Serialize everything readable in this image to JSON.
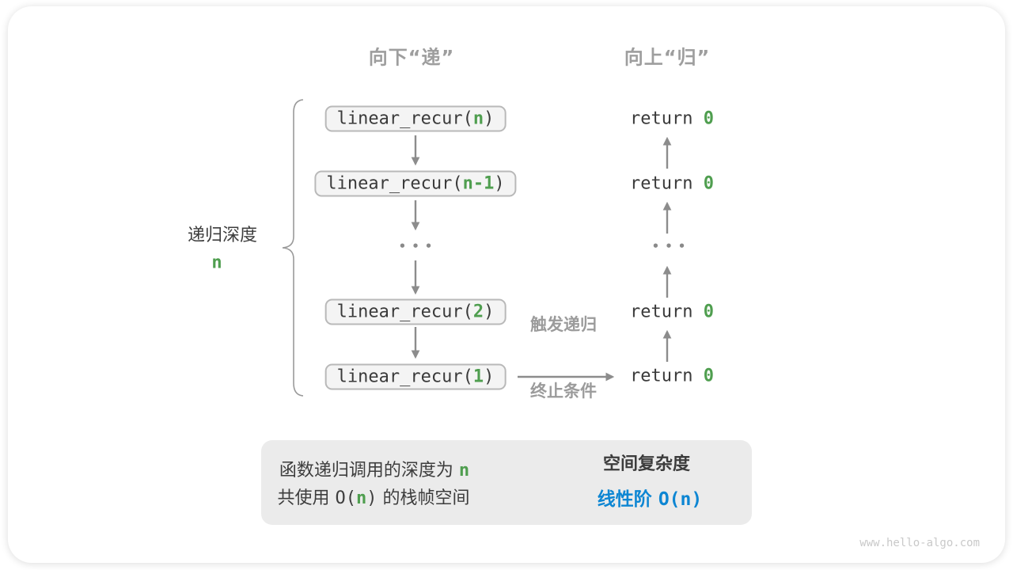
{
  "headers": {
    "down": "向下“递”",
    "up": "向上“归”"
  },
  "depth_label": {
    "title": "递归深度",
    "value": "n"
  },
  "call_stack": {
    "boxes": [
      {
        "pre": "linear_recur(",
        "arg": "n",
        "post": ")"
      },
      {
        "pre": "linear_recur(",
        "arg": "n-1",
        "post": ")"
      },
      {
        "pre": "linear_recur(",
        "arg": "2",
        "post": ")"
      },
      {
        "pre": "linear_recur(",
        "arg": "1",
        "post": ")"
      }
    ],
    "ellipsis": "•••"
  },
  "returns": {
    "pre": "return ",
    "value": "0",
    "ellipsis": "•••"
  },
  "trigger_label": {
    "line1": "触发递归",
    "line2": "终止条件"
  },
  "summary": {
    "line1": {
      "pre": "函数递归调用的深度为 ",
      "value": "n"
    },
    "line2": {
      "pre": "共使用 ",
      "code_open": "O(",
      "value": "n",
      "code_close": ")",
      "post": " 的栈帧空间"
    },
    "result": {
      "title": "空间复杂度",
      "pre": "线性阶 ",
      "value": "O(n)"
    }
  },
  "watermark": "www.hello-algo.com",
  "colors": {
    "green": "#4f9e4f",
    "blue": "#0d86d3",
    "label_gray": "#9e9e9e",
    "arrow_gray": "#8c8c8c",
    "box_fill": "#f4f4f4",
    "box_border": "#b9b9b9",
    "panel_fill": "#ebebeb"
  }
}
